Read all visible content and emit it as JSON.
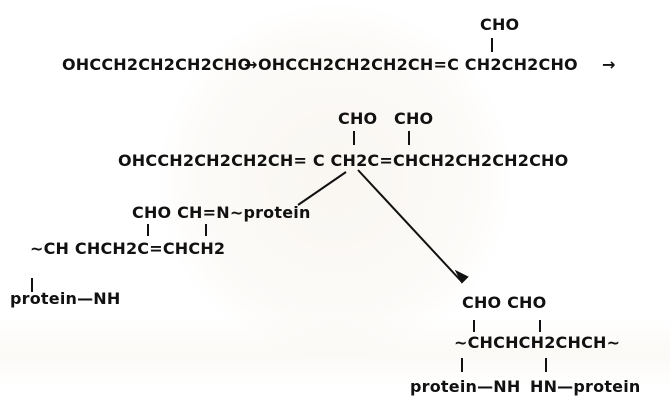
{
  "diagram": {
    "reaction_1": {
      "left_reactant": "OHCCH2CH2CH2CHO",
      "arrow_1": "→",
      "right_fragment": "OHCCH2CH2CH2CH=C CH2CH2CHO",
      "arrow_2": "→",
      "substituent_cho": "CHO"
    },
    "reaction_2": {
      "main_chain": "OHCCH2CH2CH2CH= C CH2C=CHCH2CH2CH2CHO",
      "substituent_cho_1": "CHO",
      "substituent_cho_2": "CHO"
    },
    "crosslink_left": {
      "top_labels": "CHO    CH=N~protein",
      "chain": "~CH CHCH2C=CHCH2",
      "bottom": "protein—NH"
    },
    "crosslink_right": {
      "top_labels": "CHO    CHO",
      "chain": "~CHCHCH2CHCH~",
      "bottom_left": "protein—NH",
      "bottom_right": "HN—protein"
    }
  }
}
